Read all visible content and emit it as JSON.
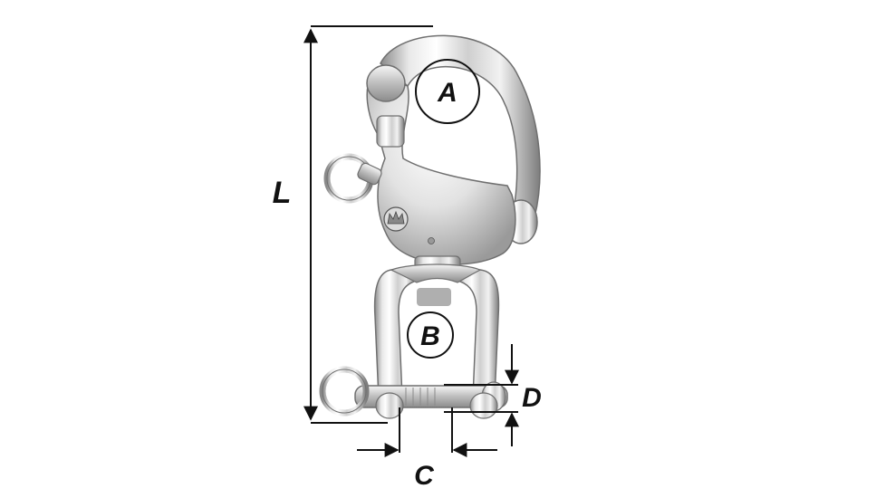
{
  "labels": {
    "a": "A",
    "b": "B",
    "c": "C",
    "d": "D",
    "l": "L"
  },
  "colors": {
    "ink": "#111111",
    "metal_light": "#f4f4f4",
    "metal_mid": "#c9c9c9",
    "metal_dark": "#7a7a7a",
    "background": "#ffffff"
  },
  "icons": {
    "logo": "crown-logo-icon"
  }
}
